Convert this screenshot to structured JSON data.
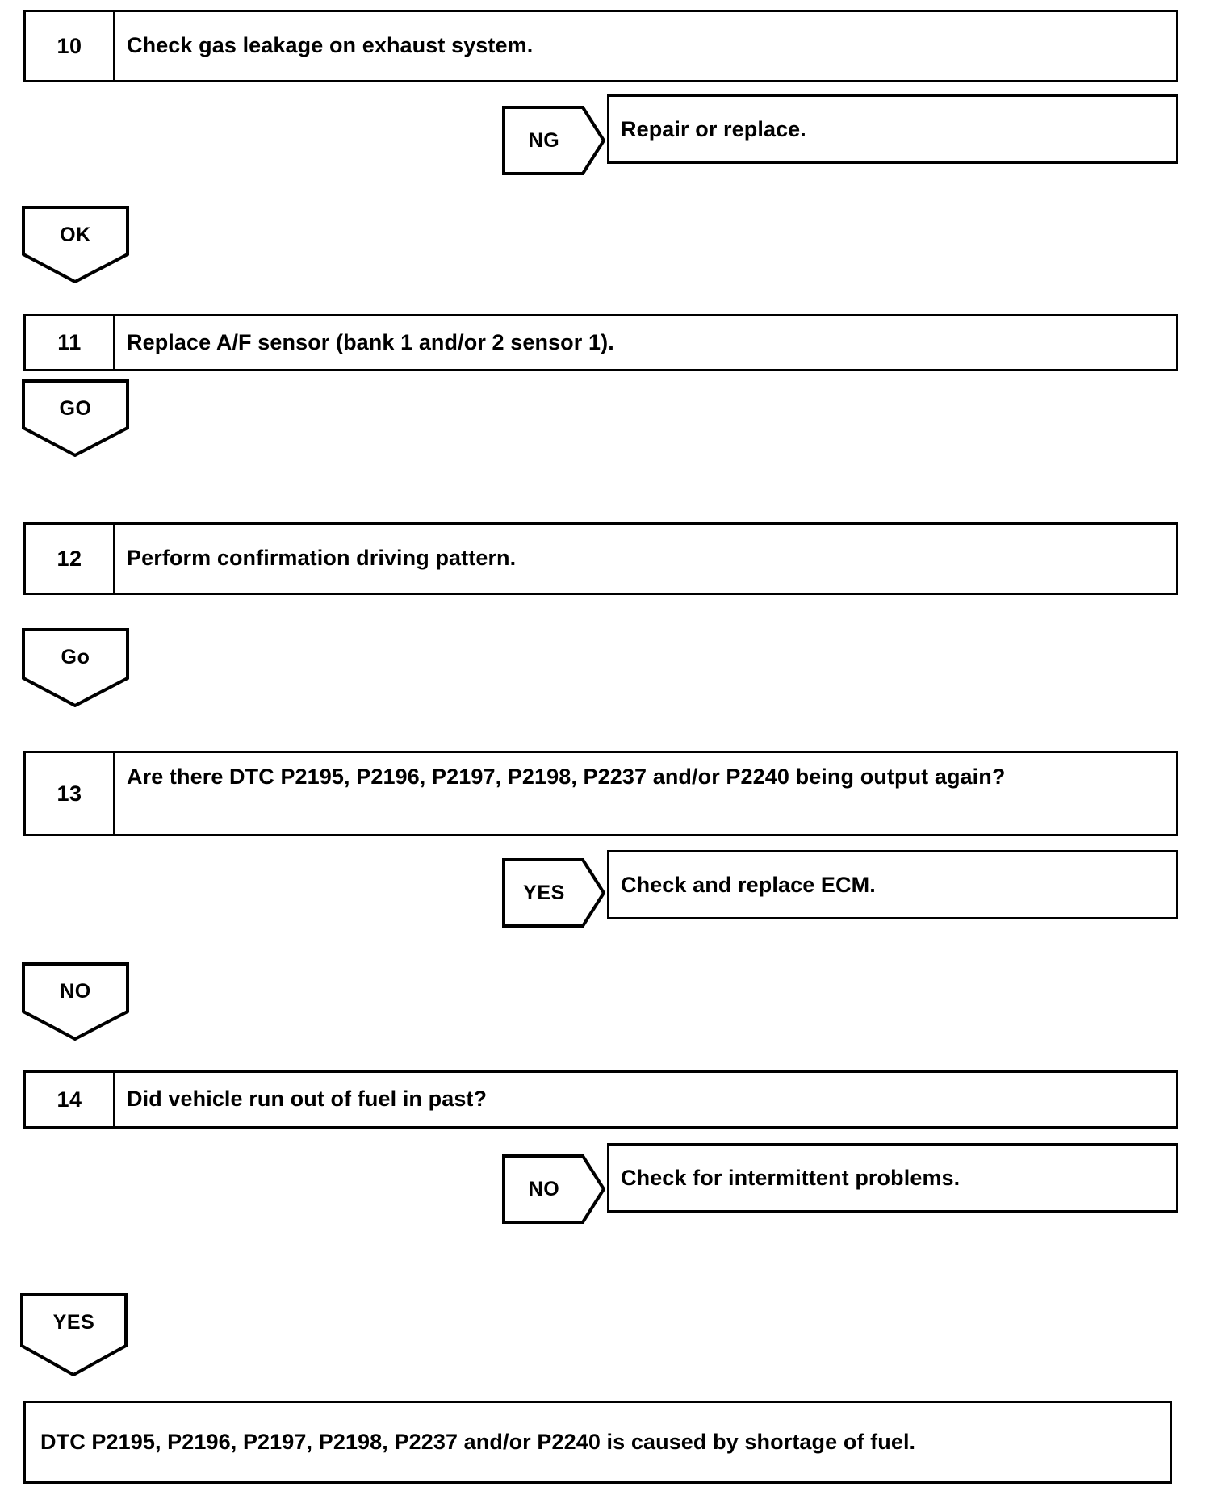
{
  "document": {
    "type": "automotive-diagnostic-flowchart",
    "ink_color": "#000000",
    "paper_color": "#ffffff"
  },
  "steps": [
    {
      "number": "10",
      "text": "Check gas leakage on exhaust system.",
      "branch": {
        "label": "NG",
        "result": "Repair or replace."
      },
      "flow": {
        "label": "OK"
      }
    },
    {
      "number": "11",
      "text": "Replace A/F sensor (bank 1 and/or 2 sensor 1).",
      "flow": {
        "label": "GO"
      }
    },
    {
      "number": "12",
      "text": "Perform confirmation driving pattern.",
      "flow": {
        "label": "Go"
      }
    },
    {
      "number": "13",
      "text": "Are there DTC P2195, P2196, P2197, P2198, P2237 and/or P2240 being output again?",
      "branch": {
        "label": "YES",
        "result": "Check and replace ECM."
      },
      "flow": {
        "label": "NO"
      }
    },
    {
      "number": "14",
      "text": "Did vehicle run out of fuel in past?",
      "branch": {
        "label": "NO",
        "result": "Check for intermittent problems."
      },
      "flow": {
        "label": "YES"
      }
    }
  ],
  "conclusion": {
    "text": "DTC P2195, P2196, P2197, P2198, P2237 and/or P2240 is caused by shortage of fuel."
  }
}
